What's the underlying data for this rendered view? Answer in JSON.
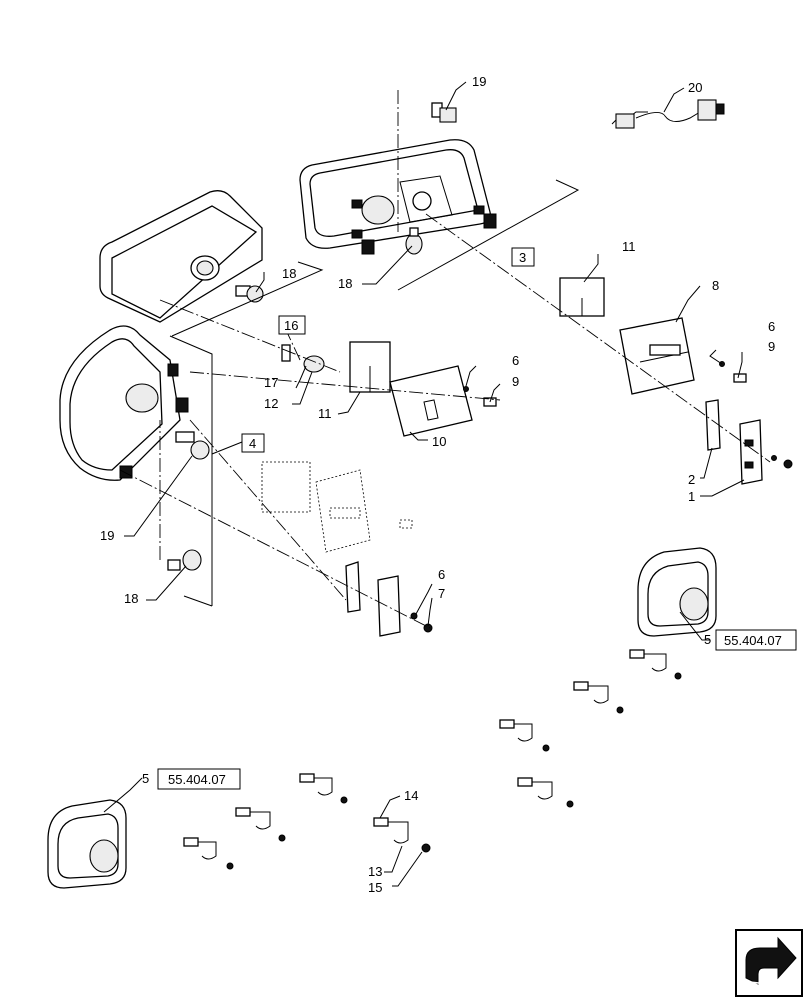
{
  "callouts": {
    "c19_top": "19",
    "c20": "20",
    "c18_mid": "18",
    "c18_left": "18",
    "c3": "3",
    "c16": "16",
    "c11_right": "11",
    "c8": "8",
    "c6_right": "6",
    "c9_right": "9",
    "c17": "17",
    "c12": "12",
    "c11_mid": "11",
    "c6_mid": "6",
    "c9_mid": "9",
    "c10": "10",
    "c4": "4",
    "c2": "2",
    "c1": "1",
    "c19_left": "19",
    "c18_low": "18",
    "c6_low": "6",
    "c7": "7",
    "c5_right": "5",
    "ref_right": "55.404.07",
    "c5_left": "5",
    "ref_left": "55.404.07",
    "c14": "14",
    "c13": "13",
    "c15": "15"
  },
  "nav_icon": "next-page-arrow-icon"
}
